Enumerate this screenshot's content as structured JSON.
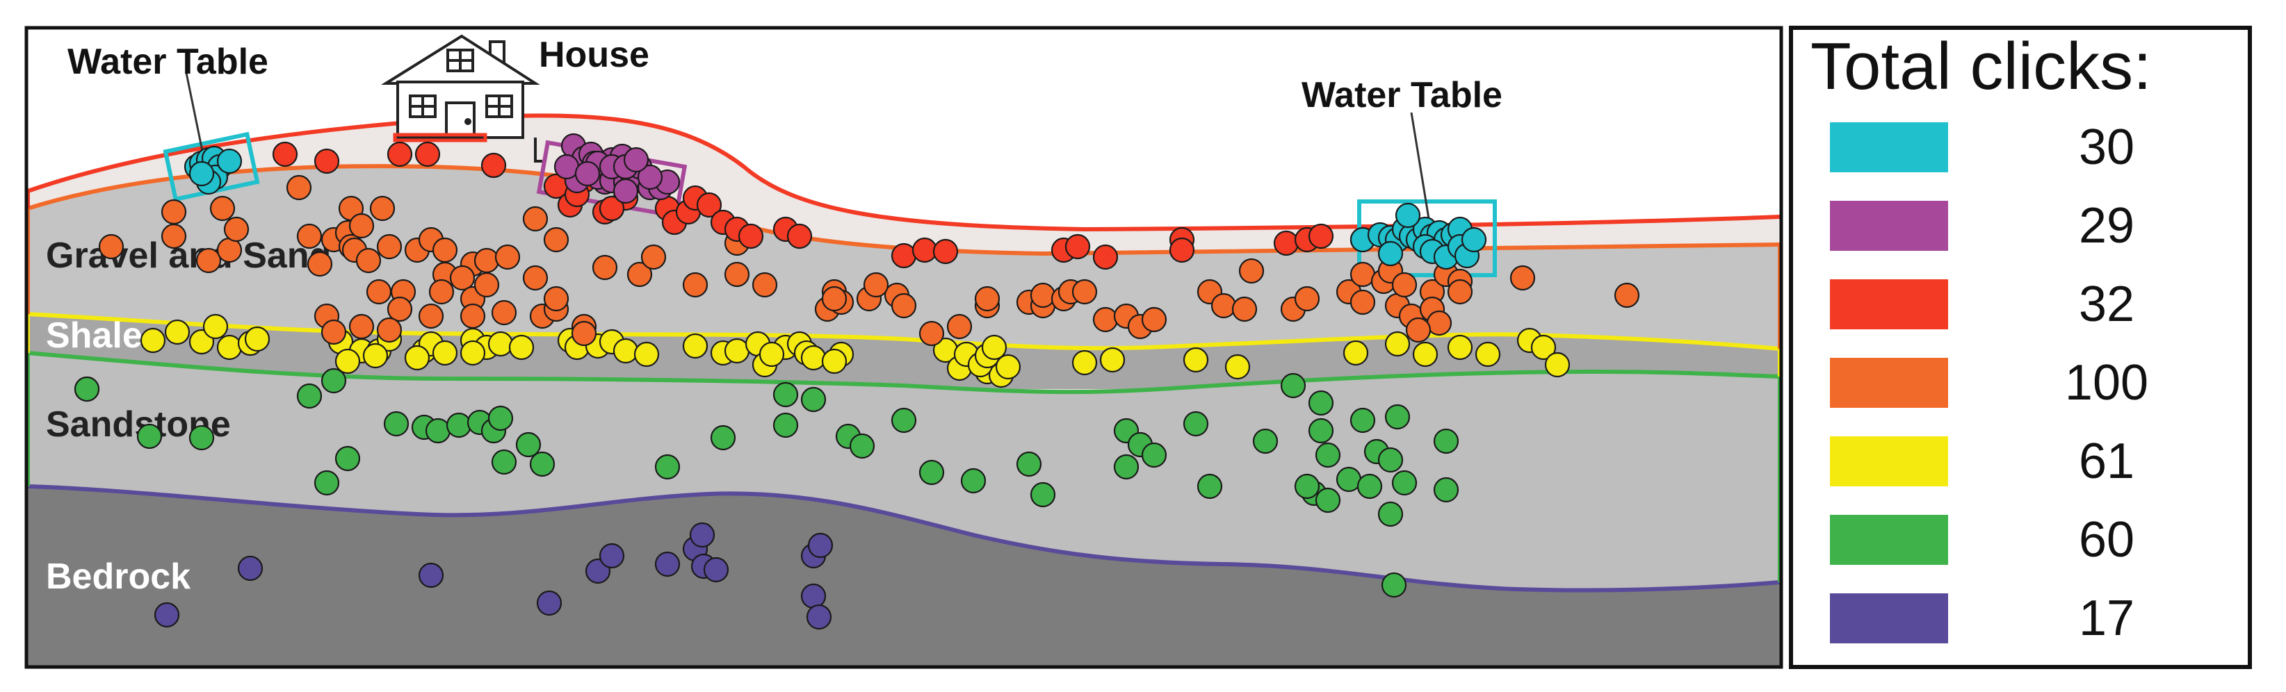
{
  "labels": {
    "water_table_left": "Water Table",
    "house": "House",
    "water_table_right": "Water Table",
    "gravel_and_sand": "Gravel and Sand",
    "shale": "Shale",
    "sandstone": "Sandstone",
    "bedrock": "Bedrock"
  },
  "legend": {
    "title": "Total clicks:",
    "entries": [
      {
        "color": "#20C0CC",
        "count": "30"
      },
      {
        "color": "#A8489A",
        "count": "29"
      },
      {
        "color": "#F23A24",
        "count": "32"
      },
      {
        "color": "#F26A2A",
        "count": "100"
      },
      {
        "color": "#F5EA10",
        "count": "61"
      },
      {
        "color": "#3FB34A",
        "count": "60"
      },
      {
        "color": "#5A4A9A",
        "count": "17"
      }
    ]
  },
  "colors": {
    "cyan": "#20C0CC",
    "purple": "#A8489A",
    "red": "#F23A24",
    "orange": "#F26A2A",
    "yellow": "#F5EA10",
    "green": "#3FB34A",
    "indigo": "#5A4A9A",
    "topsoil": "#EDE7E6",
    "gravel": "#C4C4C4",
    "shale_fill": "#A6A6A6",
    "sandstone_fill": "#BEBEBE",
    "bedrock_fill": "#7D7D7D"
  }
}
